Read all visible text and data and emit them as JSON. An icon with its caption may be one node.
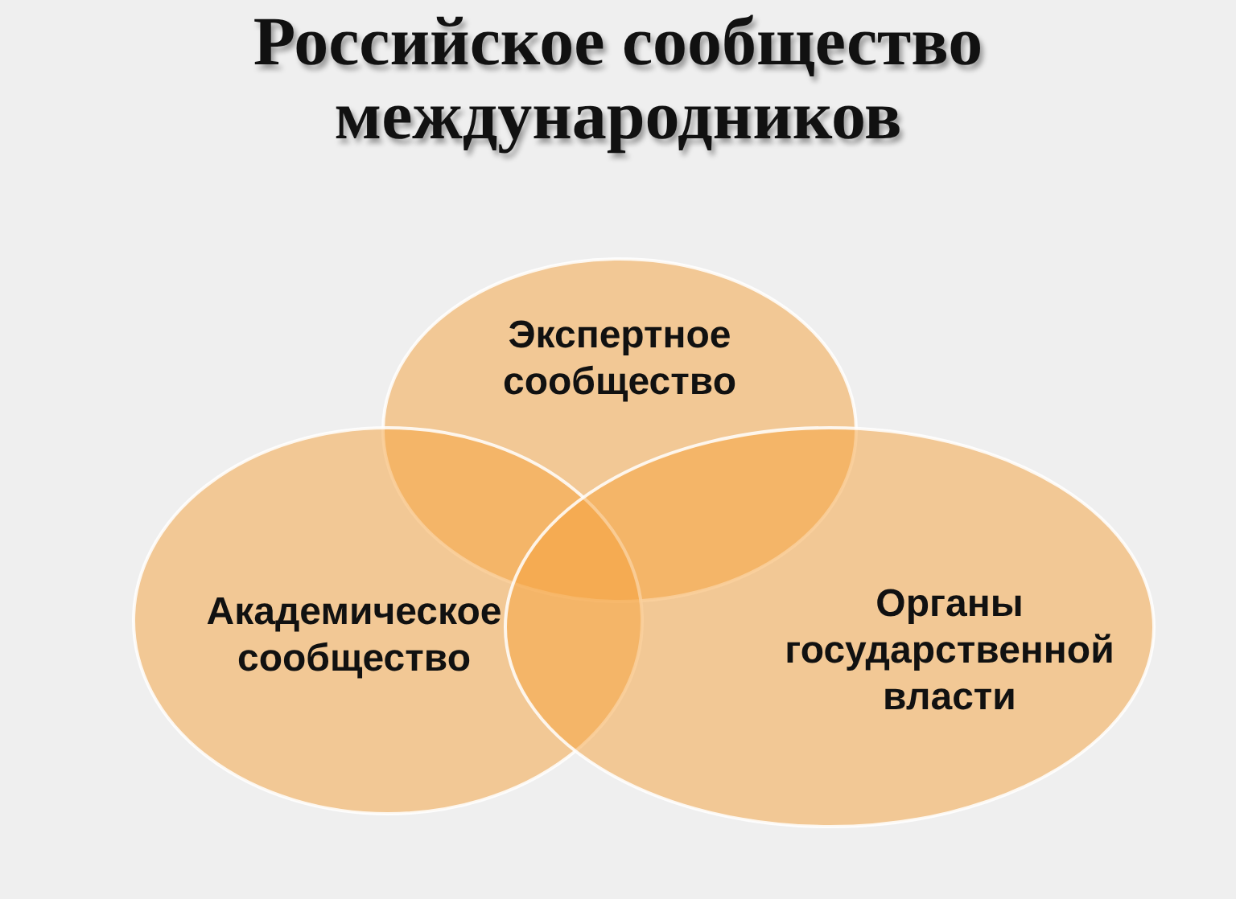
{
  "diagram": {
    "title": "Российское сообщество международников",
    "nodes": [
      {
        "text": [
          "Экспертное сообщество"
        ]
      },
      {
        "text": [
          "Академическое сообщество"
        ]
      },
      {
        "text": [
          "Органы государственной власти"
        ]
      }
    ]
  }
}
